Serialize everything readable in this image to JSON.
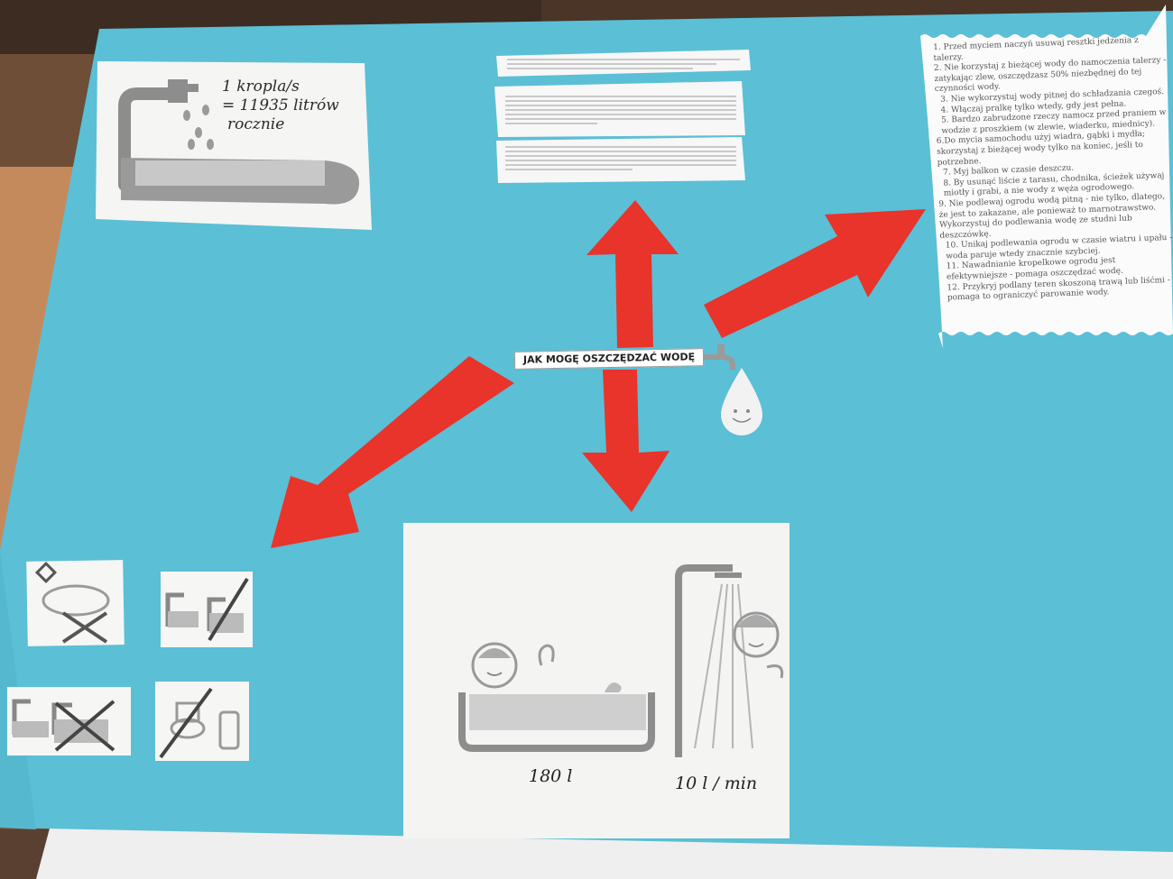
{
  "poster": {
    "title": "JAK MOGĘ OSZCZĘDZAĆ WODĘ",
    "colors": {
      "board": "#5bbfd6",
      "arrow": "#e8342a",
      "paper": "#f4f4f2",
      "table": "#6b4b33"
    }
  },
  "drip_card": {
    "lines": [
      "1 kropla/s",
      "= 11935 litrów",
      "rocznie"
    ],
    "icon": "dripping-tap-icon"
  },
  "tips_card": {
    "items": [
      "1. Przed myciem naczyń usuwaj resztki jedzenia z talerzy.",
      "2. Nie korzystaj z bieżącej wody do namoczenia talerzy - zatykając zlew, oszczędzasz 50% niezbędnej do tej czynności wody.",
      "3. Nie wykorzystuj wody pitnej do schładzania czegoś.",
      "4. Włączaj pralkę tylko wtedy, gdy jest pełna.",
      "5. Bardzo zabrudzone rzeczy namocz przed praniem w wodzie z proszkiem (w zlewie, wiaderku, miednicy).",
      "6.Do mycia samochodu użyj wiadra, gąbki i mydła; skorzystaj z bieżącej wody tylko na koniec, jeśli to potrzebne.",
      "7. Myj balkon w czasie deszczu.",
      "8. By usunąć liście z tarasu, chodnika, ścieżek używaj miotły i grabi, a nie wody z węża ogrodowego.",
      "9. Nie podlewaj ogrodu wodą pitną - nie tylko, dlatego, że jest to zakazane, ale ponieważ to marnotrawstwo. Wykorzystuj do podlewania wodę ze studni lub deszczówkę.",
      "10. Unikaj podlewania ogrodu w czasie wiatru i upału - woda paruje wtedy znacznie szybciej.",
      "11. Nawadnianie kropelkowe ogrodu jest efektywniejsze - pomaga oszczędzać wodę.",
      "12. Przykryj podlany teren skoszoną trawą lub liśćmi - pomaga to ograniczyć parowanie wody."
    ]
  },
  "bath_card": {
    "bath_volume": "180 l",
    "shower_rate": "10 l / min",
    "icons": [
      "bathtub-icon",
      "shower-icon"
    ]
  },
  "small_cards": [
    {
      "icon": "car-wash-crossed-icon"
    },
    {
      "icon": "tap-basin-crossed-icon"
    },
    {
      "icon": "tap-sink-crossed-icon"
    },
    {
      "icon": "toilet-crossed-icon"
    }
  ]
}
